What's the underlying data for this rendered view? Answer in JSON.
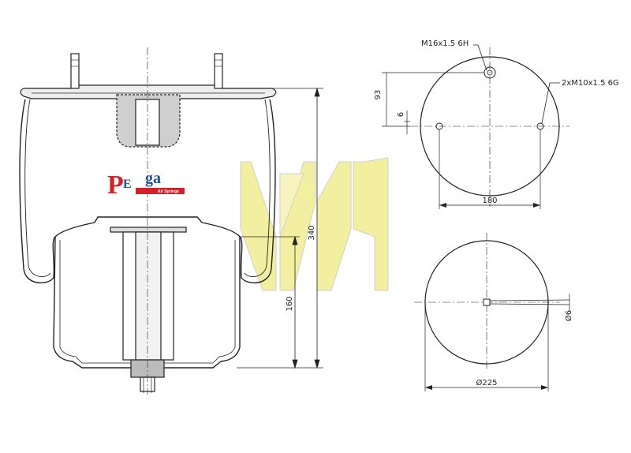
{
  "logo": {
    "letters_large": "P",
    "letters_small_e": "E",
    "letters_ga": "ga",
    "tagline": "Air Springs",
    "colors": {
      "red": "#d62027",
      "blue": "#1f4fa3"
    }
  },
  "watermark": {
    "color": "#f3efa0"
  },
  "dimensions": {
    "height_total": "340",
    "height_piston": "160",
    "top_offset": "93",
    "small_offset": "6",
    "bolt_spacing": "180",
    "piston_diameter": "Ø225",
    "pin_size": "Ø6"
  },
  "callouts": {
    "center_thread": "M16x1.5 6H",
    "side_threads": "2xM10x1.5 6G"
  }
}
